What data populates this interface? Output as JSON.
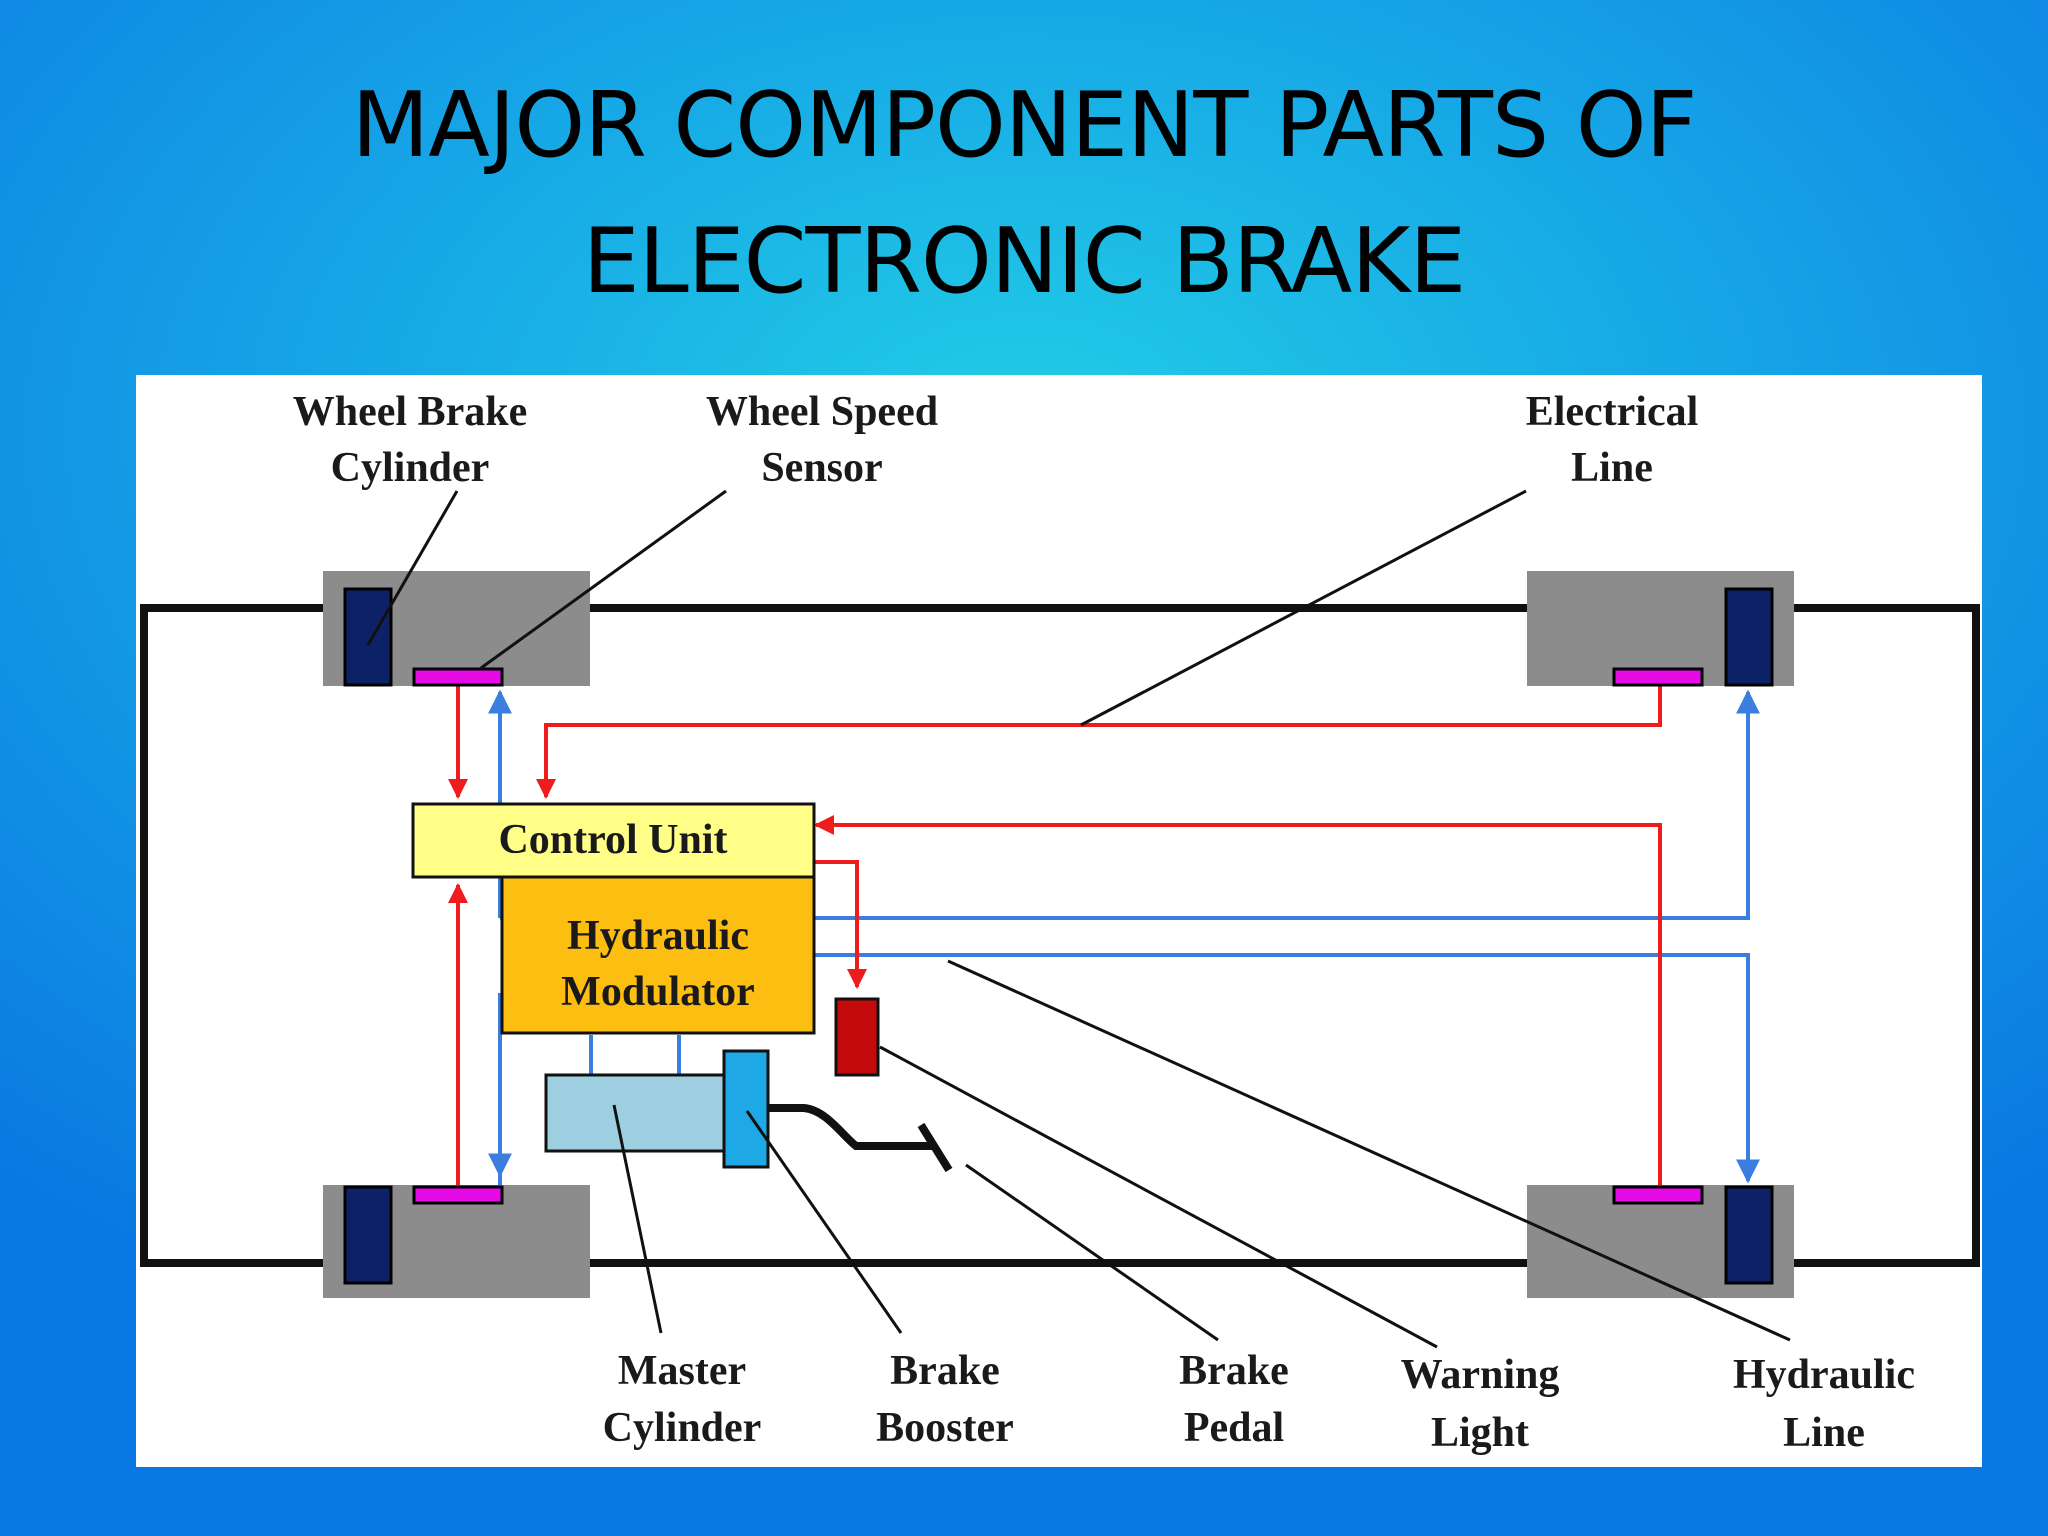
{
  "slide": {
    "title_line1": "MAJOR COMPONENT PARTS OF",
    "title_line2": "ELECTRONIC BRAKE"
  },
  "diagram": {
    "labels": {
      "wheel_brake_cylinder": [
        "Wheel Brake",
        "Cylinder"
      ],
      "wheel_speed_sensor": [
        "Wheel Speed",
        "Sensor"
      ],
      "electrical_line": [
        "Electrical",
        "Line"
      ],
      "control_unit": "Control Unit",
      "hydraulic_modulator": [
        "Hydraulic",
        "Modulator"
      ],
      "master_cylinder": [
        "Master",
        "Cylinder"
      ],
      "brake_booster": [
        "Brake",
        "Booster"
      ],
      "brake_pedal": [
        "Brake",
        "Pedal"
      ],
      "warning_light": [
        "Warning",
        "Light"
      ],
      "hydraulic_line": [
        "Hydraulic",
        "Line"
      ]
    },
    "colors": {
      "electrical_line": "#ee1c1c",
      "hydraulic_line": "#3c7ee0",
      "control_unit": "#ffff88",
      "hydraulic_modulator": "#fdbe12",
      "wheel_hub": "#8c8c8c",
      "brake_cylinder": "#0d2266",
      "speed_sensor": "#e60ae6",
      "master_cylinder": "#9ecfe0",
      "brake_booster": "#1ea9e6",
      "warning_light": "#c40a0a"
    },
    "icons": {
      "electrical_arrow": "arrowhead-red",
      "hydraulic_arrow": "arrowhead-blue"
    }
  }
}
